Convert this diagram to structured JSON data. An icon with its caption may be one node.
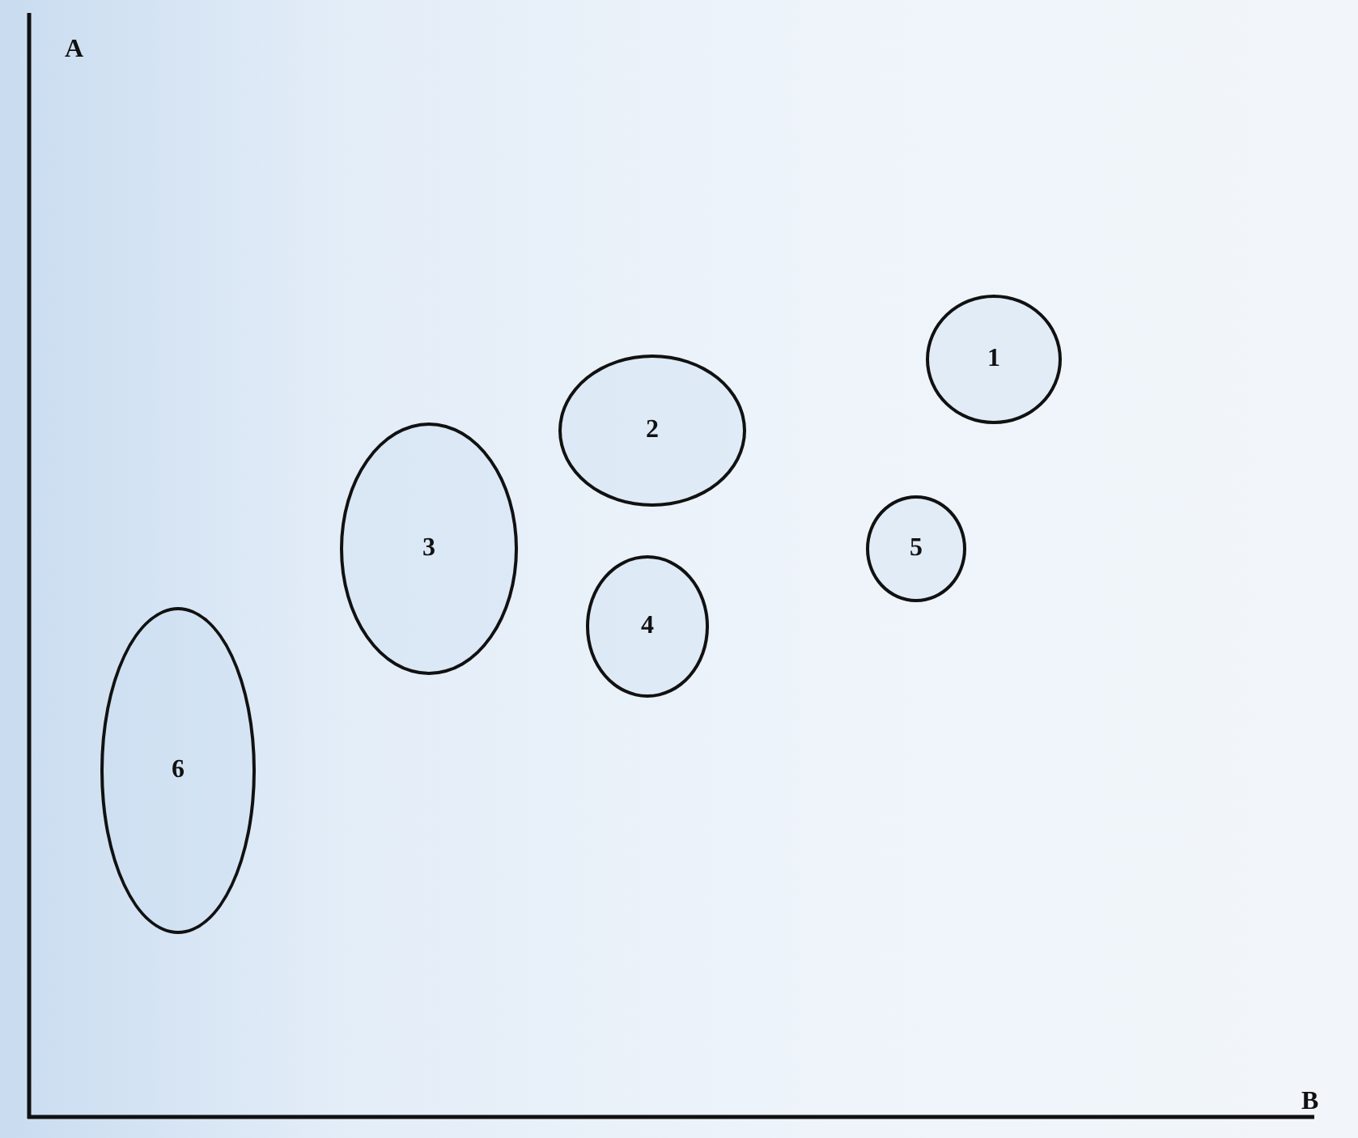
{
  "diagram": {
    "nodes": [
      {
        "text": [
          "1"
        ]
      },
      {
        "text": [
          "2"
        ]
      },
      {
        "text": [
          "3"
        ]
      },
      {
        "text": [
          "4"
        ]
      },
      {
        "text": [
          "5"
        ]
      },
      {
        "text": [
          "6"
        ]
      }
    ],
    "labels": [
      "A",
      "B"
    ]
  }
}
